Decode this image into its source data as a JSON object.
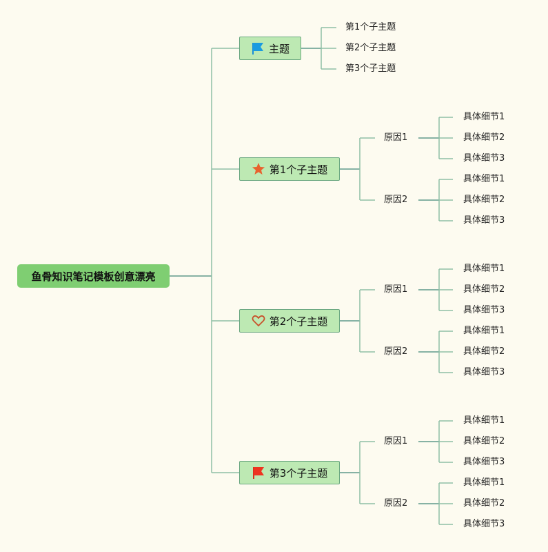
{
  "root": {
    "label": "鱼骨知识笔记模板创意漂亮"
  },
  "colors": {
    "root_fill": "#7fce72",
    "topic_fill": "#bde9b3",
    "line": "#8fbfa6",
    "line_dark": "#5f9a8a",
    "background": "#fdfbf0"
  },
  "topics": [
    {
      "label": "主题",
      "icon": "blue-flag-icon",
      "children": [
        {
          "label": "第1个子主题"
        },
        {
          "label": "第2个子主题"
        },
        {
          "label": "第3个子主题"
        }
      ]
    },
    {
      "label": "第1个子主题",
      "icon": "orange-star-icon",
      "causes": [
        {
          "label": "原因1",
          "details": [
            "具体细节1",
            "具体细节2",
            "具体细节3"
          ]
        },
        {
          "label": "原因2",
          "details": [
            "具体细节1",
            "具体细节2",
            "具体细节3"
          ]
        }
      ]
    },
    {
      "label": "第2个子主题",
      "icon": "heart-outline-icon",
      "causes": [
        {
          "label": "原因1",
          "details": [
            "具体细节1",
            "具体细节2",
            "具体细节3"
          ]
        },
        {
          "label": "原因2",
          "details": [
            "具体细节1",
            "具体细节2",
            "具体细节3"
          ]
        }
      ]
    },
    {
      "label": "第3个子主题",
      "icon": "red-flag-icon",
      "causes": [
        {
          "label": "原因1",
          "details": [
            "具体细节1",
            "具体细节2",
            "具体细节3"
          ]
        },
        {
          "label": "原因2",
          "details": [
            "具体细节1",
            "具体细节2",
            "具体细节3"
          ]
        }
      ]
    }
  ]
}
